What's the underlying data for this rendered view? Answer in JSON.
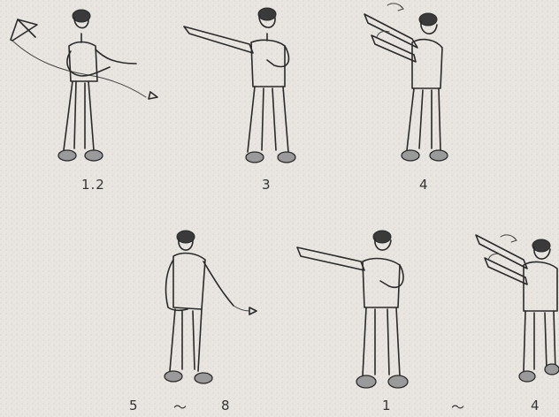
{
  "labels": {
    "fig1": "1.2",
    "fig2": "3",
    "fig3": "4",
    "fig4_start": "5",
    "fig4_tilde": "～",
    "fig4_end": "8",
    "fig5_start": "1",
    "fig5_tilde": "～",
    "fig5_end": "4"
  }
}
